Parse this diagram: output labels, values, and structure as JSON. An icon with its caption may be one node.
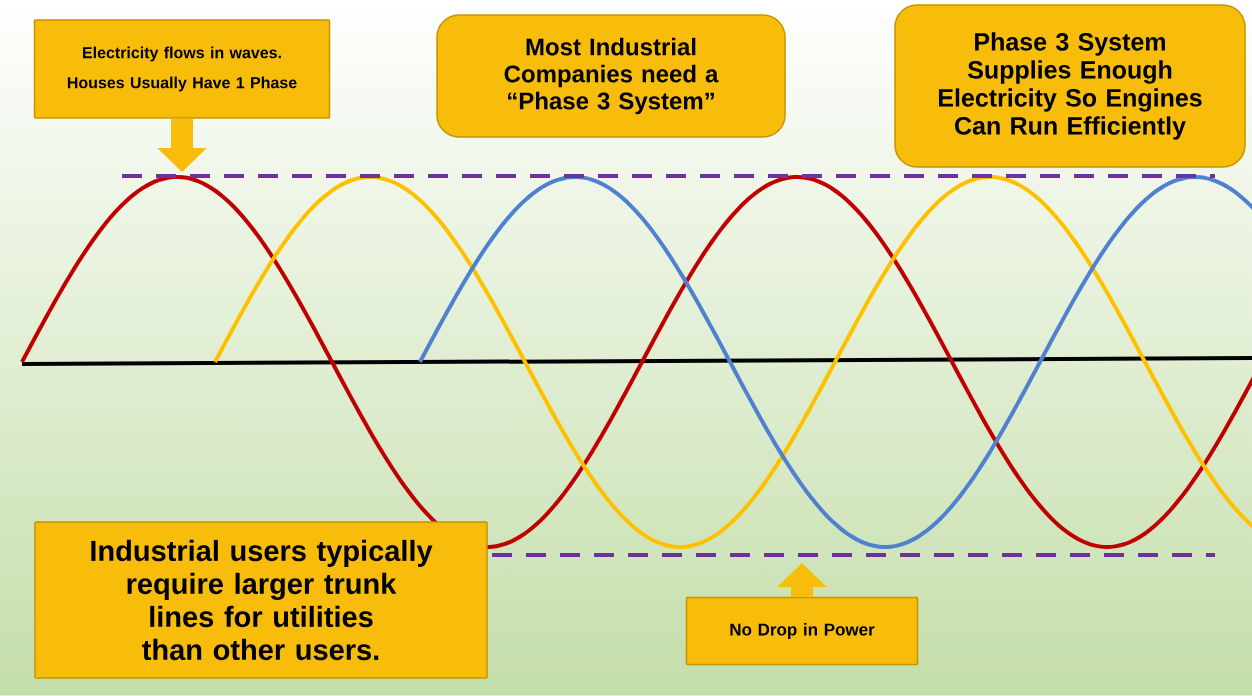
{
  "diagram": {
    "nodes": [
      {
        "text": [
          "Electricity flows in waves.",
          "Houses Usually Have 1 Phase"
        ]
      },
      {
        "text": [
          "Most Industrial Companies need a “Phase 3 System”"
        ]
      },
      {
        "text": [
          "Phase 3 System Supplies Enough Electricity So Engines Can Run Efficiently"
        ]
      },
      {
        "text": [
          "Industrial users typically require larger trunk lines for utilities than other users."
        ]
      },
      {
        "text": [
          "No Drop in Power"
        ]
      }
    ],
    "edges": [
      {
        "from": 0,
        "to": null,
        "arrow": "to"
      },
      {
        "from": 4,
        "to": null,
        "arrow": "to"
      }
    ]
  }
}
